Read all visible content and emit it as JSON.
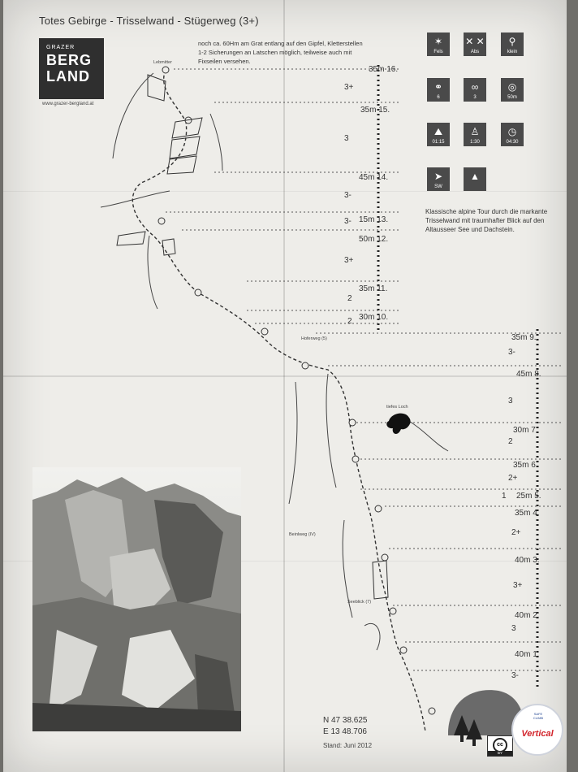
{
  "title": "Totes Gebirge - Trisselwand -  Stügerweg (3+)",
  "logo": {
    "line1": "GRAZER",
    "line2": "BERG",
    "line3": "LAND",
    "url": "www.grazer-bergland.at"
  },
  "note": "noch ca. 60Hm am Grat entlang auf den Gipfel, Kletterstellen 1-2 Sicherungen an Latschen möglich, teilweise auch mit Fixseilen versehen.",
  "tiles": [
    {
      "icon": "rock-icon",
      "symbol": "✶",
      "caption": "Fels"
    },
    {
      "icon": "descent-icon",
      "symbol": "✕ ✕",
      "caption": "Abs"
    },
    {
      "icon": "bolt-icon",
      "symbol": "⚲",
      "caption": "klein"
    },
    {
      "icon": "quickdraw-icon",
      "symbol": "⚭",
      "caption": "6"
    },
    {
      "icon": "sling-icon",
      "symbol": "∞",
      "caption": "3"
    },
    {
      "icon": "rope-icon",
      "symbol": "◎",
      "caption": "50m"
    },
    {
      "icon": "approach-icon",
      "symbol": "⛰",
      "caption": "01:15"
    },
    {
      "icon": "hiker-icon",
      "symbol": "♙",
      "caption": "1:30"
    },
    {
      "icon": "clock-icon",
      "symbol": "◷",
      "caption": "04:30"
    },
    {
      "icon": "compass-icon",
      "symbol": "➤",
      "caption": "SW"
    },
    {
      "icon": "wall-profile-icon",
      "symbol": "▲",
      "caption": ""
    }
  ],
  "description": "Klassische alpine Tour durch die markante Trisselwand mit traumhafter Blick auf den Altausseer See und Dachstein.",
  "pitches_upper": [
    {
      "len": "35m",
      "num": "16."
    },
    {
      "len": "35m",
      "num": "15."
    },
    {
      "len": "45m",
      "num": "14."
    },
    {
      "len": "15m",
      "num": "13."
    },
    {
      "len": "50m",
      "num": "12."
    },
    {
      "len": "35m",
      "num": "11."
    },
    {
      "len": "30m",
      "num": "10."
    }
  ],
  "grades_upper": [
    "3+",
    "3",
    "3-",
    "3-",
    "3+",
    "2",
    "2"
  ],
  "pitches_lower": [
    {
      "len": "35m",
      "num": "9."
    },
    {
      "len": "45m",
      "num": "8."
    },
    {
      "len": "30m",
      "num": "7."
    },
    {
      "len": "35m",
      "num": "6."
    },
    {
      "len": "25m",
      "num": "5."
    },
    {
      "len": "35m",
      "num": "4."
    },
    {
      "len": "40m",
      "num": "3."
    },
    {
      "len": "40m",
      "num": "2."
    },
    {
      "len": "40m",
      "num": "1."
    }
  ],
  "grades_lower": [
    "3-",
    "3",
    "2",
    "2+",
    "1",
    "2+",
    "3+",
    "3",
    "3-"
  ],
  "topo_labels": {
    "hoferweg": "Hoferweg (5)",
    "loch": "tiefes Loch",
    "beinlweg": "Beinlweg (IV)",
    "seeblick": "Seeblick (7)",
    "lebmitter": "Lebmitter"
  },
  "coords": {
    "n": "N 47 38.625",
    "e": "E 13 48.706"
  },
  "stand": "Stand: Juni 2012",
  "cc": {
    "by": "BY"
  },
  "badge": {
    "top": "SAFE CLIMB",
    "brand": "Vertical"
  }
}
